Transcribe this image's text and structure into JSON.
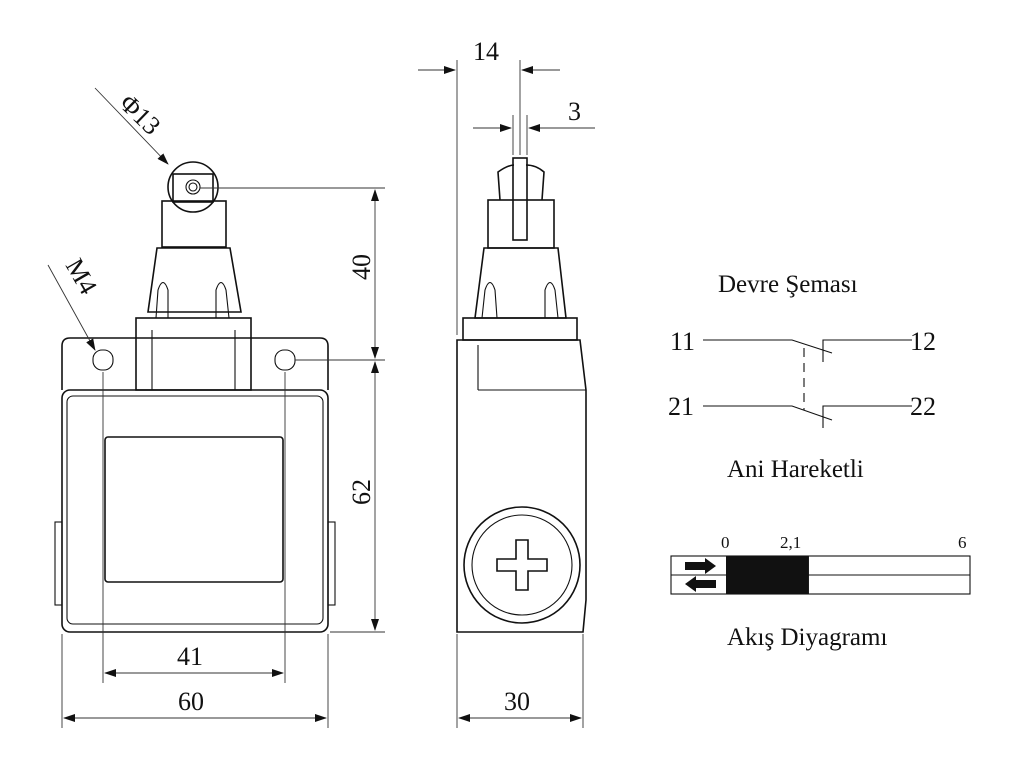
{
  "front_view": {
    "dim_roller_diameter": "Φ13",
    "dim_thread": "M4",
    "dim_height_actuator": "40",
    "dim_height_body": "62",
    "dim_hole_spacing": "41",
    "dim_width": "60"
  },
  "side_view": {
    "dim_offset": "14",
    "dim_lever": "3",
    "dim_depth": "30"
  },
  "circuit": {
    "title": "Devre Şeması",
    "terminals": [
      "11",
      "12",
      "21",
      "22"
    ],
    "type_label": "Ani Hareketli"
  },
  "flow_diagram": {
    "title": "Akış Diyagramı",
    "ticks": [
      "0",
      "2,1",
      "6"
    ],
    "contact_range": [
      0,
      2.1
    ],
    "travel_max": 6,
    "fill_color": "#111111"
  }
}
